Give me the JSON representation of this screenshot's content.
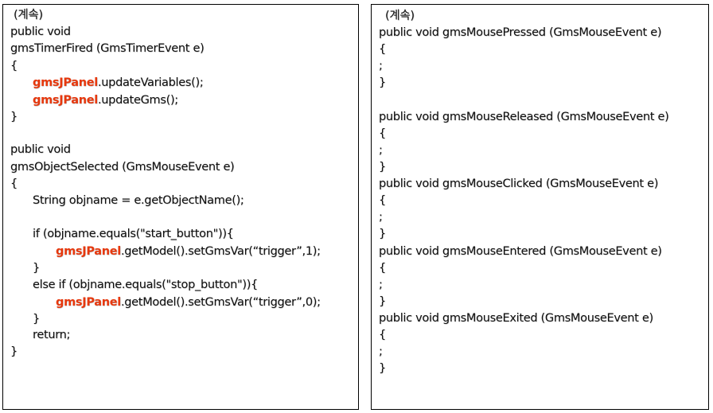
{
  "left": {
    "continued": "(계속)",
    "highlight": "gmsJPanel",
    "lines": {
      "l1": "public void",
      "l2": "gmsTimerFired (GmsTimerEvent e)",
      "l3": "{",
      "l4_rest": ".updateVariables();",
      "l5_rest": ".updateGms();",
      "l6": "}",
      "l7": "public void",
      "l8": "gmsObjectSelected (GmsMouseEvent e)",
      "l9": "{",
      "l10": "String objname = e.getObjectName();",
      "l11": "if (objname.equals(\"start_button\")){",
      "l12_rest": ".getModel().setGmsVar(“trigger”,1);",
      "l13": "}",
      "l14": "else if (objname.equals(\"stop_button\")){",
      "l15_rest": ".getModel().setGmsVar(“trigger”,0);",
      "l16": "}",
      "l17": "return;",
      "l18": "}"
    }
  },
  "right": {
    "continued": "(계속)",
    "lines": {
      "r1": "public void gmsMousePressed (GmsMouseEvent e)",
      "r2": "{",
      "r3": ";",
      "r4": "}",
      "r5": "public void gmsMouseReleased (GmsMouseEvent e)",
      "r6": "{",
      "r7": ";",
      "r8": "}",
      "r9": "public void gmsMouseClicked (GmsMouseEvent e)",
      "r10": "{",
      "r11": ";",
      "r12": "}",
      "r13": "public void gmsMouseEntered (GmsMouseEvent e)",
      "r14": "{",
      "r15": ";",
      "r16": "}",
      "r17": "public void gmsMouseExited (GmsMouseEvent e)",
      "r18": "{",
      "r19": ";",
      "r20": "}"
    }
  },
  "colors": {
    "highlight": "#e8380d",
    "text": "#111111",
    "border": "#000000"
  }
}
